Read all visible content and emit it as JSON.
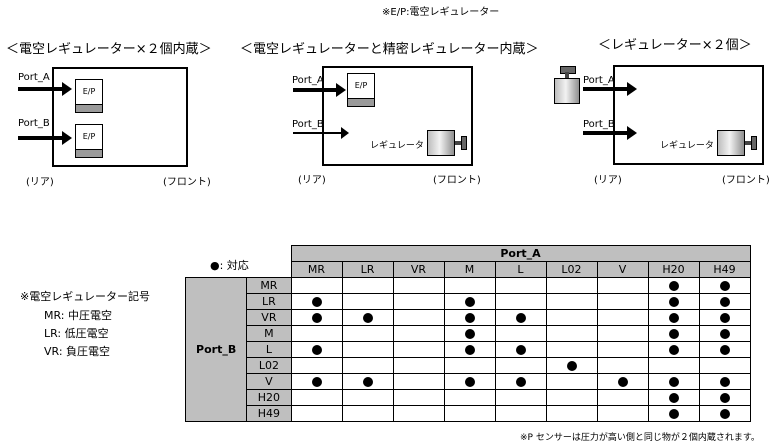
{
  "top_note": "※E/P:電空レギュレーター",
  "configs": [
    {
      "title": "＜電空レギュレーター×２個内蔵＞",
      "port_a": "Port_A",
      "port_b": "Port_B",
      "ep_a": "E/P",
      "ep_b": "E/P",
      "rear": "(リア)",
      "front": "(フロント)"
    },
    {
      "title": "＜電空レギュレーターと精密レギュレーター内蔵＞",
      "port_a": "Port_A",
      "port_b": "Port_B",
      "ep_a": "E/P",
      "reg": "レギュレータ",
      "rear": "(リア)",
      "front": "(フロント)"
    },
    {
      "title": "＜レギュレーター×２個＞",
      "port_a": "Port_A",
      "port_b": "Port_B",
      "reg": "レギュレータ",
      "rear": "(リア)",
      "front": "(フロント)"
    }
  ],
  "legend": {
    "support": "●: 対応",
    "title": "※電空レギュレーター記号",
    "items": [
      "MR: 中圧電空",
      "LR: 低圧電空",
      "VR: 負圧電空"
    ]
  },
  "table": {
    "port_a": "Port_A",
    "port_b": "Port_B",
    "columns": [
      "MR",
      "LR",
      "VR",
      "M",
      "L",
      "L02",
      "V",
      "H20",
      "H49"
    ],
    "rows": [
      {
        "label": "MR",
        "cells": [
          0,
          0,
          0,
          0,
          0,
          0,
          0,
          1,
          1
        ]
      },
      {
        "label": "LR",
        "cells": [
          1,
          0,
          0,
          1,
          0,
          0,
          0,
          1,
          1
        ]
      },
      {
        "label": "VR",
        "cells": [
          1,
          1,
          0,
          1,
          1,
          0,
          0,
          1,
          1
        ]
      },
      {
        "label": "M",
        "cells": [
          0,
          0,
          0,
          1,
          0,
          0,
          0,
          1,
          1
        ]
      },
      {
        "label": "L",
        "cells": [
          1,
          0,
          0,
          1,
          1,
          0,
          0,
          1,
          1
        ]
      },
      {
        "label": "L02",
        "cells": [
          0,
          0,
          0,
          0,
          0,
          1,
          0,
          0,
          0
        ]
      },
      {
        "label": "V",
        "cells": [
          1,
          1,
          0,
          1,
          1,
          0,
          1,
          1,
          1
        ]
      },
      {
        "label": "H20",
        "cells": [
          0,
          0,
          0,
          0,
          0,
          0,
          0,
          1,
          1
        ]
      },
      {
        "label": "H49",
        "cells": [
          0,
          0,
          0,
          0,
          0,
          0,
          0,
          1,
          1
        ]
      }
    ]
  },
  "footnote": "※P センサーは圧力が高い側と同じ物が２個内蔵されます。"
}
